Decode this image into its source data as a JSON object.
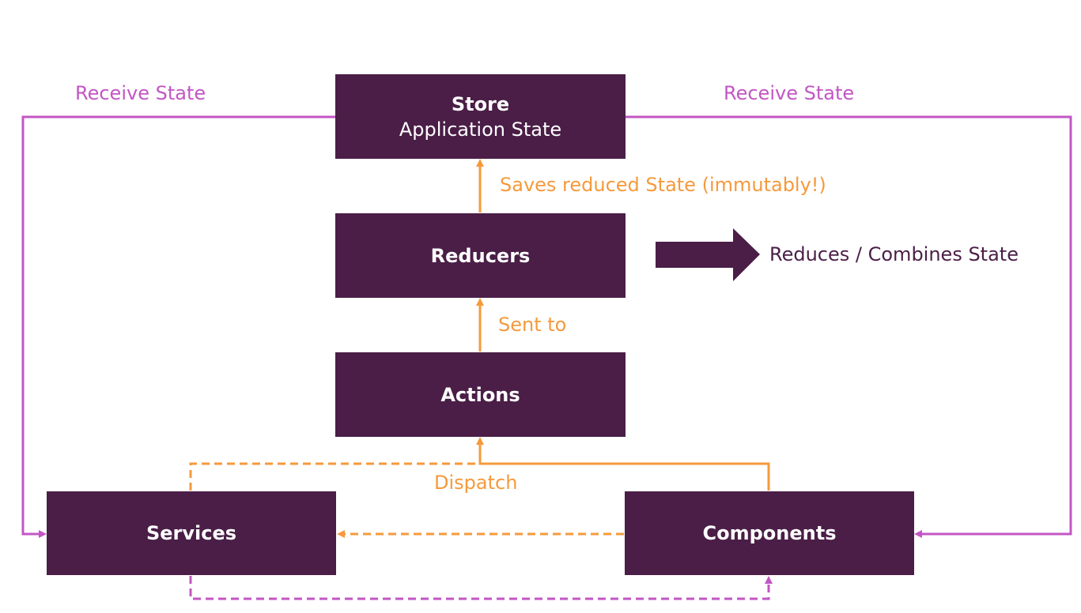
{
  "colors": {
    "box": "#4a1e47",
    "state_flow": "#c356c4",
    "action_flow": "#f59a3c"
  },
  "boxes": {
    "store": {
      "title": "Store",
      "subtitle": "Application State"
    },
    "reducers": {
      "title": "Reducers"
    },
    "actions": {
      "title": "Actions"
    },
    "services": {
      "title": "Services"
    },
    "components": {
      "title": "Components"
    }
  },
  "labels": {
    "receive_state_left": "Receive State",
    "receive_state_right": "Receive State",
    "saves_reduced_state": "Saves reduced State (immutably!)",
    "sent_to": "Sent to",
    "dispatch": "Dispatch",
    "reduces_combines_state": "Reduces / Combines State"
  }
}
